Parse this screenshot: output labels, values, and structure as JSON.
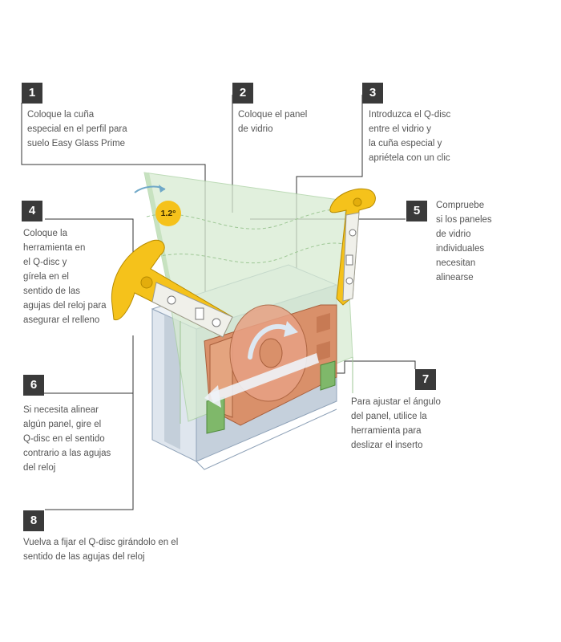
{
  "steps": [
    {
      "number": "1",
      "text": "Coloque la cuña\nespecial en el perfil para\nsuelo Easy Glass Prime"
    },
    {
      "number": "2",
      "text": "Coloque el panel\nde vidrio"
    },
    {
      "number": "3",
      "text": "Introduzca el Q-disc\nentre el vidrio y\nla cuña especial y\napriétela con un clic"
    },
    {
      "number": "4",
      "text": "Coloque la\nherramienta en\nel Q-disc y\ngírela en el\nsentido de las\nagujas del reloj para\nasegurar el relleno"
    },
    {
      "number": "5",
      "text": "Compruebe\nsi los paneles\nde vidrio\nindividuales\nnecesitan\nalinearse"
    },
    {
      "number": "6",
      "text": "Si necesita alinear\nalgún panel, gire el\nQ-disc en el sentido\ncontrario a las agujas\ndel reloj"
    },
    {
      "number": "7",
      "text": "Para ajustar el ángulo\ndel panel, utilice la\nherramienta para\ndeslizar el inserto"
    },
    {
      "number": "8",
      "text": "Vuelva a fijar el Q-disc girándolo en el\nsentido de las agujas del reloj"
    }
  ],
  "angle_label": "1.2°",
  "colors": {
    "step_box": "#3a3a3a",
    "text": "#555555",
    "glass": "#d8ecd2",
    "tool": "#f5c21b",
    "insert": "#d9906a",
    "profile": "#c5d0dc"
  }
}
